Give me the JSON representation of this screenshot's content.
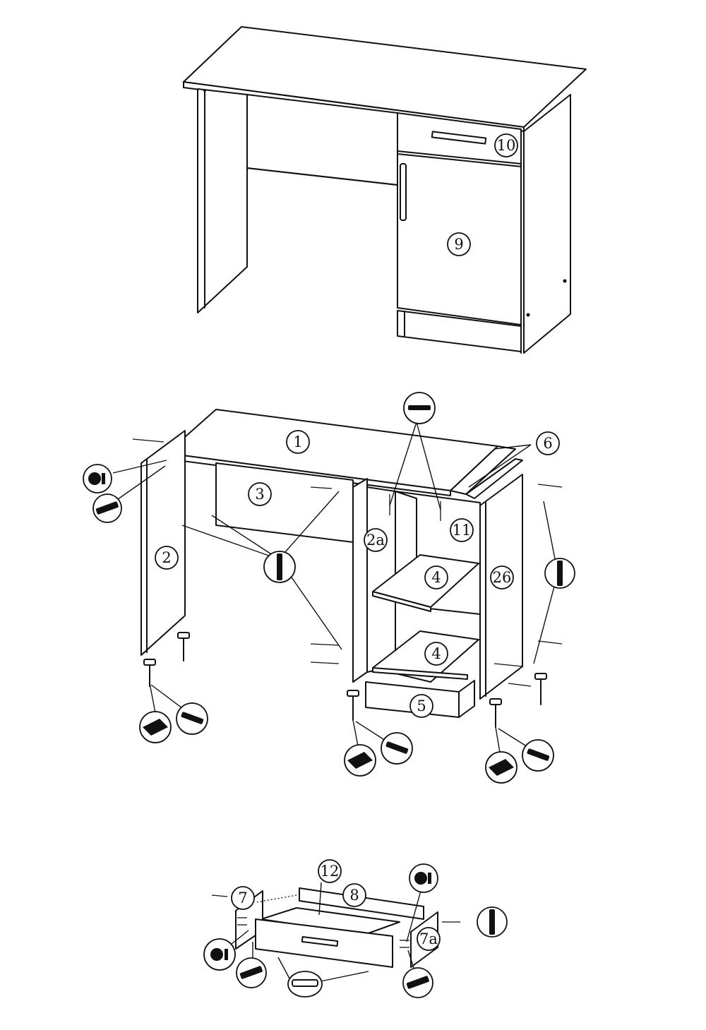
{
  "parts": {
    "p1": "1",
    "p2": "2",
    "p2a": "2a",
    "p26": "26",
    "p3": "3",
    "p4": "4",
    "p5": "5",
    "p6": "6",
    "p7": "7",
    "p7a": "7a",
    "p8": "8",
    "p9": "9",
    "p10": "10",
    "p11": "11",
    "p12": "12"
  },
  "hardware_icons": [
    "screw-icon",
    "dowel-icon",
    "cam-lock-icon",
    "confirmat-screw-icon",
    "foot-glide-icon",
    "drawer-handle-icon"
  ]
}
